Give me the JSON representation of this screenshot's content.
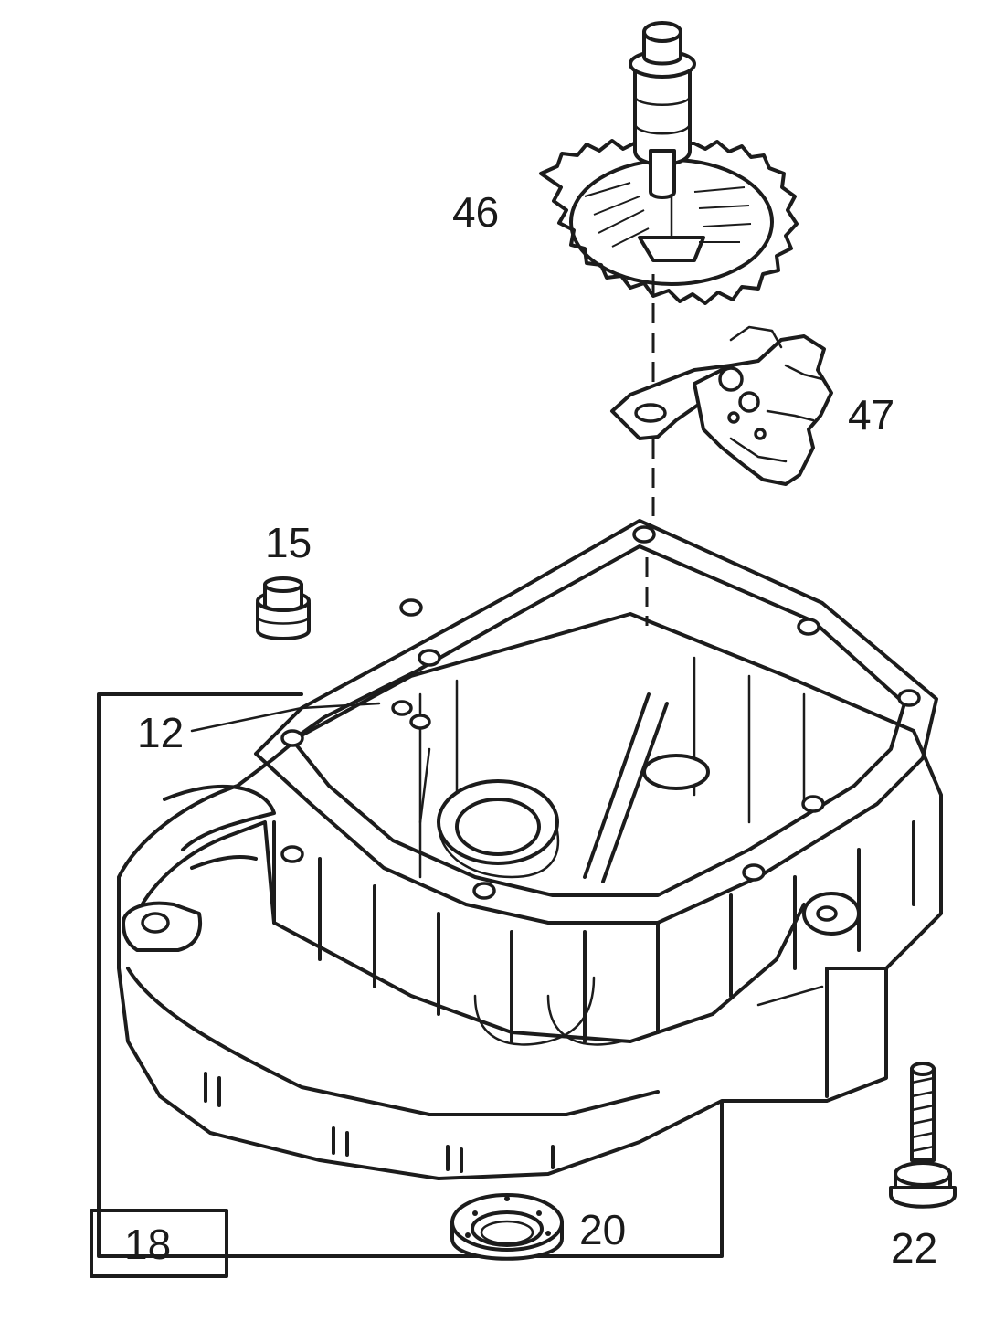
{
  "labels": {
    "p46": "46",
    "p47": "47",
    "p15": "15",
    "p12": "12",
    "p18": "18",
    "p20": "20",
    "p22": "22"
  },
  "icons": {
    "gear": "cam-gear-icon",
    "governor": "governor-assembly-icon",
    "plug": "plug-icon",
    "gasket": "gasket-icon",
    "sump": "sump-cover-icon",
    "seal": "oil-seal-icon",
    "bolt": "bolt-icon"
  },
  "colors": {
    "line": "#1c1c1c",
    "background": "#ffffff"
  }
}
